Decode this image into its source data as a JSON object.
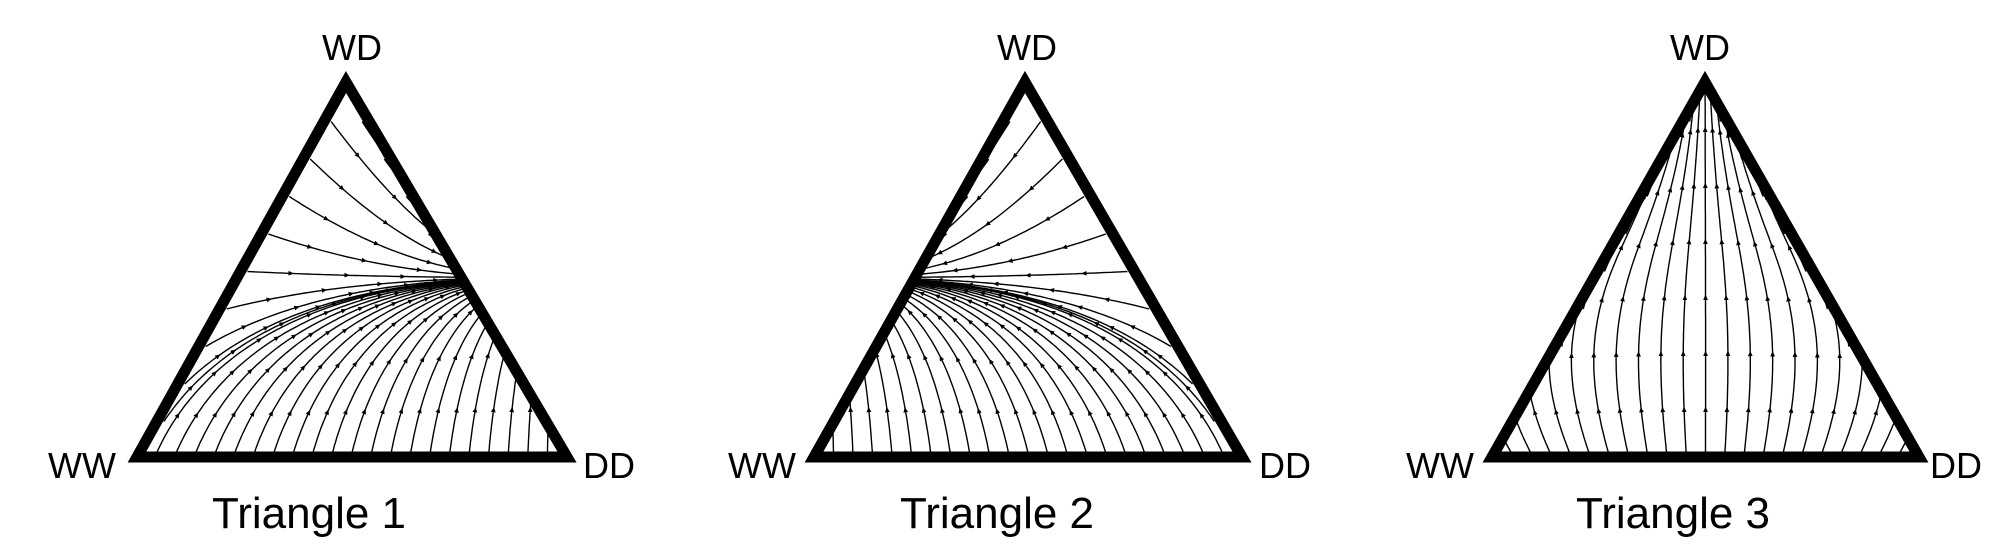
{
  "panels": [
    {
      "caption": "Triangle 1",
      "vertices": {
        "top": "WD",
        "left": "WW",
        "right": "DD"
      },
      "flow": "toward-DD"
    },
    {
      "caption": "Triangle 2",
      "vertices": {
        "top": "WD",
        "left": "WW",
        "right": "DD"
      },
      "flow": "toward-WW"
    },
    {
      "caption": "Triangle 3",
      "vertices": {
        "top": "WD",
        "left": "WW",
        "right": "DD"
      },
      "flow": "toward-WD"
    }
  ],
  "colors": {
    "line": "#000000",
    "background": "#ffffff"
  }
}
